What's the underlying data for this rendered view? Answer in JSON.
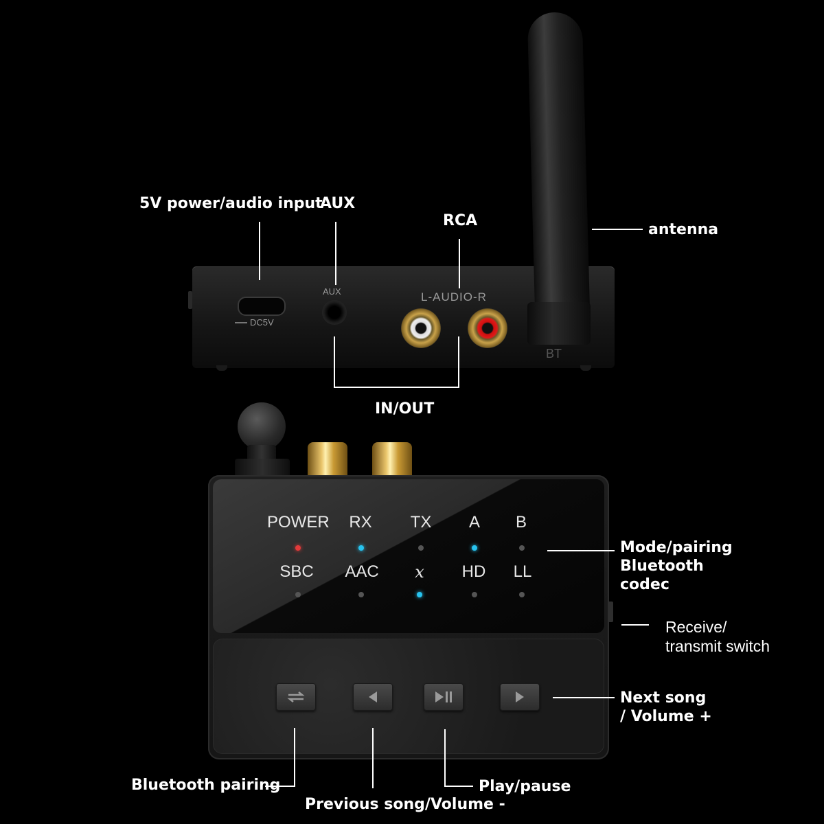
{
  "callouts": {
    "power_input": "5V power/audio input",
    "aux": "AUX",
    "rca": "RCA",
    "antenna": "antenna",
    "in_out": "IN/OUT",
    "mode_pairing_codec": "Mode/pairing\nBluetooth\ncodec",
    "rx_tx_switch": "Receive/\ntransmit switch",
    "next_song": "Next song\n/ Volume +",
    "bluetooth_pairing": "Bluetooth pairing",
    "play_pause": "Play/pause",
    "previous_song": "Previous song/Volume -"
  },
  "device_back": {
    "aux_port_label": "AUX",
    "dc_port_label": "DC5V",
    "rca_port_label": "L-AUDIO-R",
    "bt_label": "BT"
  },
  "led_panel": {
    "row1": [
      {
        "label": "POWER",
        "led_color": "#e23a3a"
      },
      {
        "label": "RX",
        "led_color": "#27c3ef"
      },
      {
        "label": "TX",
        "led_color": "#555555"
      },
      {
        "label": "A",
        "led_color": "#27c3ef"
      },
      {
        "label": "B",
        "led_color": "#555555"
      }
    ],
    "row2": [
      {
        "label": "SBC",
        "led_color": "#555555"
      },
      {
        "label": "AAC",
        "led_color": "#555555"
      },
      {
        "label": "𝑥",
        "led_color": "#27c3ef"
      },
      {
        "label": "HD",
        "led_color": "#555555"
      },
      {
        "label": "LL",
        "led_color": "#555555"
      }
    ]
  },
  "buttons": [
    "swap-icon",
    "previous-icon",
    "play-pause-icon",
    "next-icon"
  ]
}
